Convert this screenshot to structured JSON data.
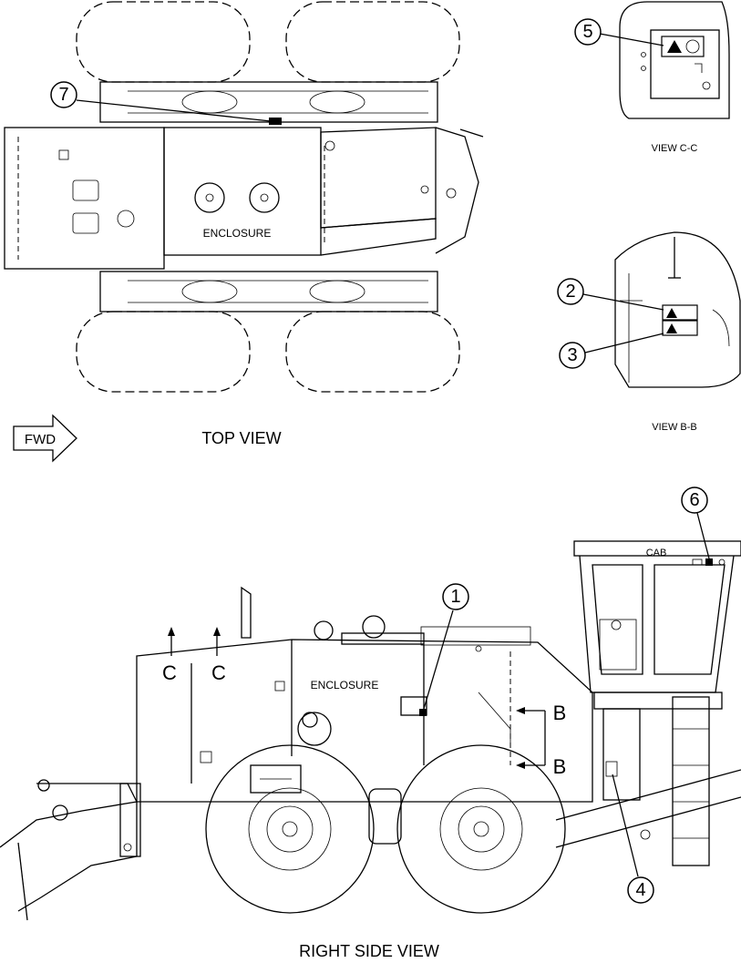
{
  "labels": {
    "top_view": "TOP VIEW",
    "right_side_view": "RIGHT SIDE VIEW",
    "view_c": "VIEW C-C",
    "view_b": "VIEW B-B",
    "fwd": "FWD",
    "enclosure_top": "ENCLOSURE",
    "enclosure_side": "ENCLOSURE",
    "cab": "CAB",
    "section_c": "C",
    "section_b": "B"
  },
  "callouts": [
    "1",
    "2",
    "3",
    "4",
    "5",
    "6",
    "7"
  ]
}
